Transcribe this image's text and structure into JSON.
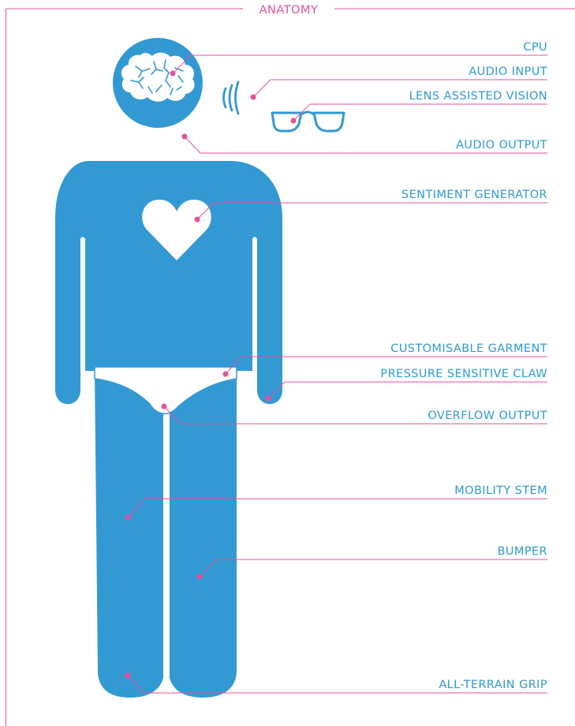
{
  "title": "ANATOMY",
  "colors": {
    "accent": "#e4519a",
    "figure": "#3399d3",
    "label": "#2f9ad0",
    "background": "#ffffff"
  },
  "labels": [
    {
      "id": "cpu",
      "text": "CPU"
    },
    {
      "id": "audio-input",
      "text": "AUDIO INPUT"
    },
    {
      "id": "lens-assisted-vision",
      "text": "LENS ASSISTED VISION"
    },
    {
      "id": "audio-output",
      "text": "AUDIO OUTPUT"
    },
    {
      "id": "sentiment-generator",
      "text": "SENTIMENT GENERATOR"
    },
    {
      "id": "customisable-garment",
      "text": "CUSTOMISABLE GARMENT"
    },
    {
      "id": "pressure-sensitive-claw",
      "text": "PRESSURE SENSITIVE CLAW"
    },
    {
      "id": "overflow-output",
      "text": "OVERFLOW OUTPUT"
    },
    {
      "id": "mobility-stem",
      "text": "MOBILITY STEM"
    },
    {
      "id": "bumper",
      "text": "BUMPER"
    },
    {
      "id": "all-terrain-grip",
      "text": "ALL-TERRAIN GRIP"
    }
  ],
  "icons": [
    "brain-icon",
    "sound-waves-icon",
    "glasses-icon",
    "smile-icon",
    "heart-icon",
    "underwear-icon"
  ]
}
